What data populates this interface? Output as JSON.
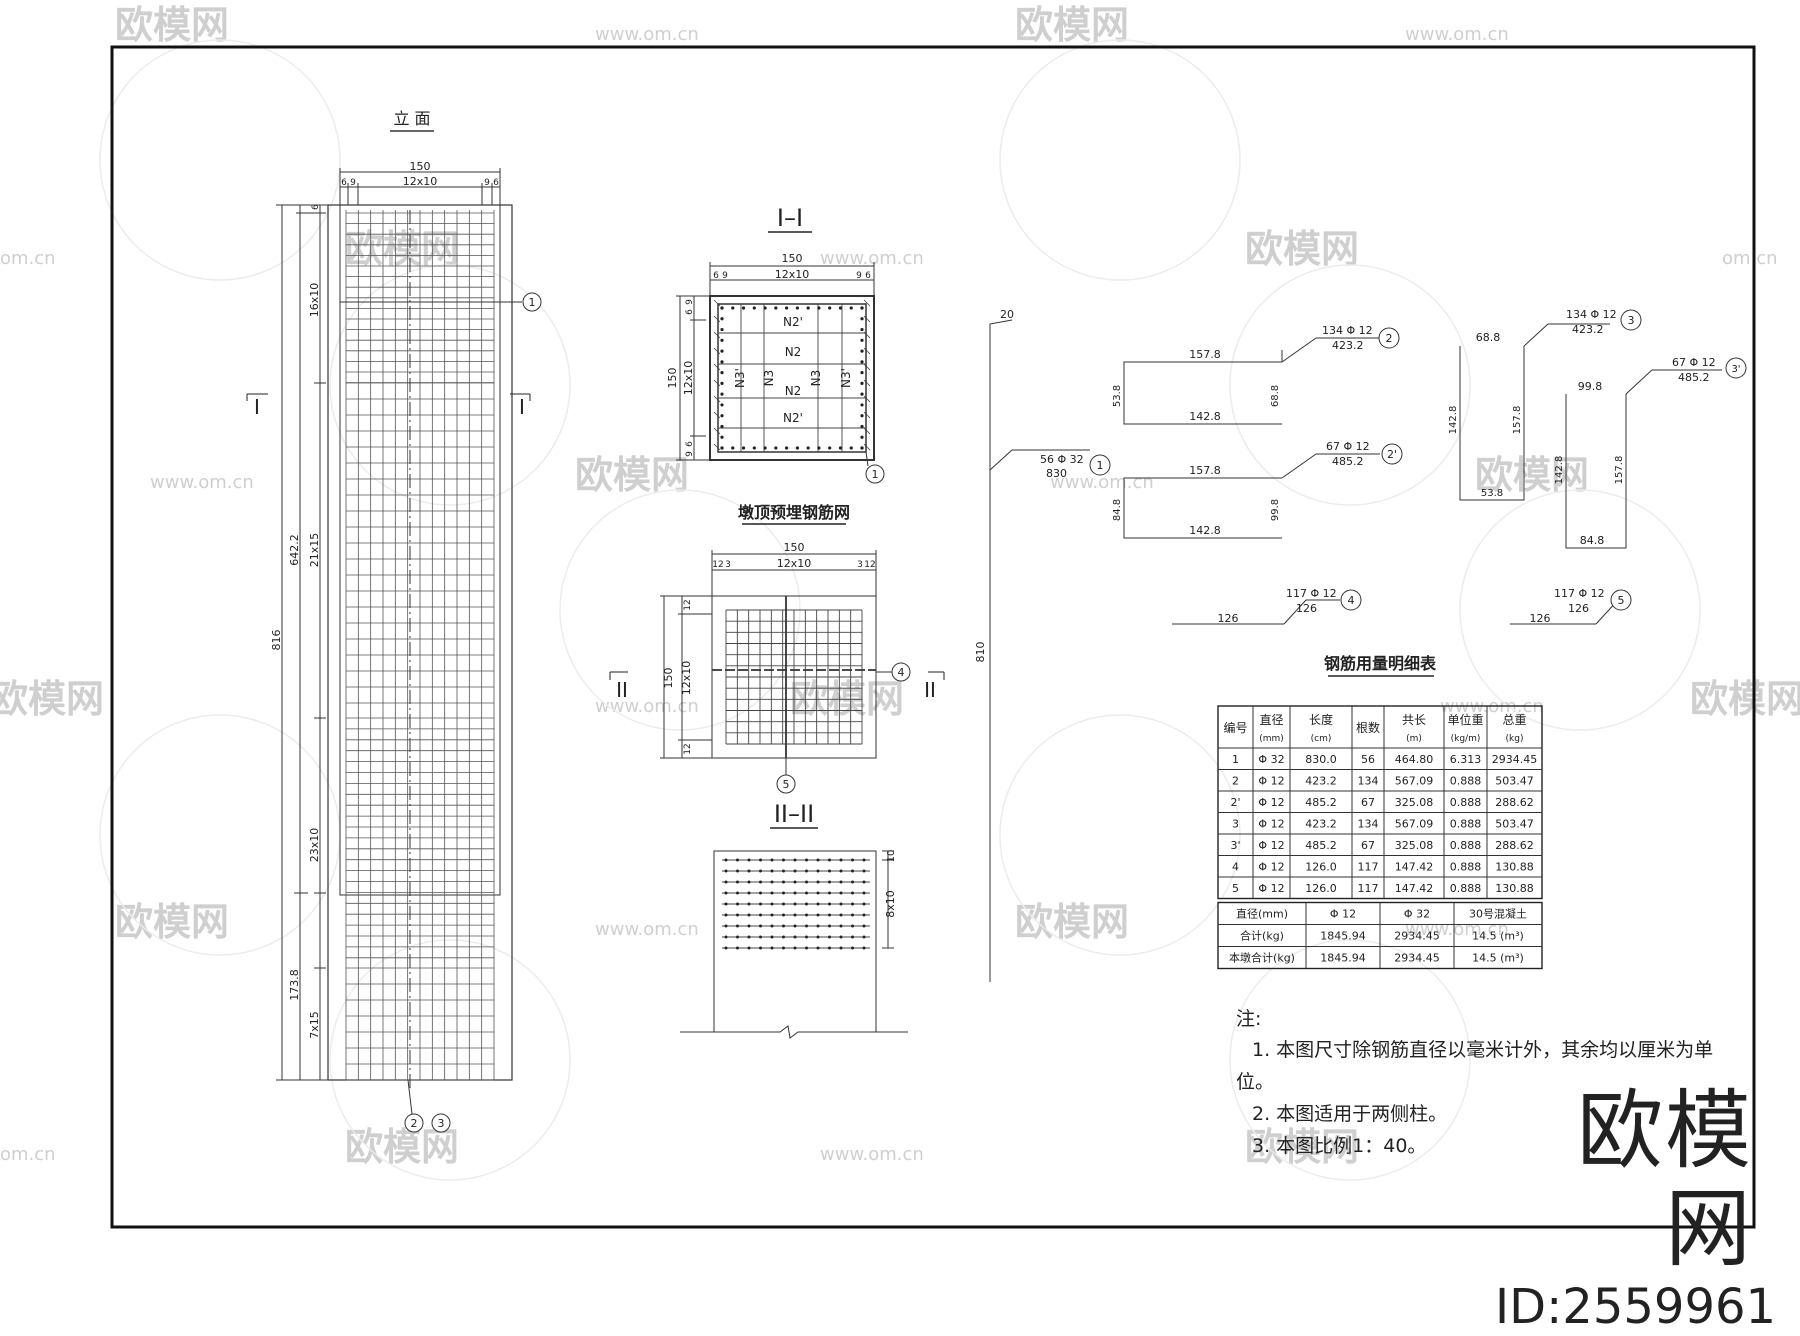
{
  "titles": {
    "elevation": "立 面",
    "section_1": "I–I",
    "pier_top_mesh": "墩顶预埋钢筋网",
    "section_2": "II–II",
    "table": "钢筋用量明细表"
  },
  "section_marks": {
    "s1_left": "I",
    "s1_right": "I",
    "s2_left": "II",
    "s2_right": "II"
  },
  "elevation_dims": {
    "top_total": "150",
    "top_spacing": "12x10",
    "top_edge_left": "6",
    "top_inner_left": "9",
    "top_inner_right": "9",
    "top_edge_right": "6",
    "left_top_edge": "6",
    "left_seg1": "16x10",
    "left_seg2": "21x15",
    "left_seg3": "23x10",
    "left_seg4": "7x15",
    "mid_dim1": "642.2",
    "mid_dim2": "173.8",
    "total": "816",
    "callout_1": "1",
    "callout_2": "2",
    "callout_3": "3"
  },
  "section1": {
    "width": "150",
    "spacing": "12x10",
    "edge_l1": "6",
    "edge_l2": "9",
    "edge_r1": "9",
    "edge_r2": "6",
    "height": "150",
    "vspacing": "12x10",
    "vedge_t1": "9",
    "vedge_t2": "6",
    "vedge_b1": "6",
    "vedge_b2": "9",
    "labels": [
      "N2'",
      "N2",
      "N3'",
      "N3",
      "N3",
      "N3'",
      "N2",
      "N2'"
    ],
    "callout": "1"
  },
  "mesh": {
    "width": "150",
    "spacing": "12x10",
    "edge_left": "12",
    "edge_right": "12",
    "edge_l2": "3",
    "edge_r2": "3",
    "height": "150",
    "vspacing": "12x10",
    "vedge_top": "12",
    "vedge_bottom": "12",
    "callout_4": "4",
    "callout_5": "5"
  },
  "section2": {
    "top_edge": "10",
    "spacing": "8x10"
  },
  "bars": {
    "b1": {
      "label": "56 Φ 32",
      "length": "830",
      "height": "810",
      "tick": "20",
      "no": "1"
    },
    "b2": {
      "label": "134 Φ 12",
      "length": "423.2",
      "top": "157.8",
      "bottom": "142.8",
      "left": "53.8",
      "right": "68.8",
      "no": "2"
    },
    "b2p": {
      "label": "67 Φ 12",
      "length": "485.2",
      "top": "157.8",
      "bottom": "142.8",
      "left": "84.8",
      "right": "99.8",
      "no": "2'"
    },
    "b3": {
      "label": "134 Φ 12",
      "length": "423.2",
      "top": "68.8",
      "left": "142.8",
      "right": "157.8",
      "bottom": "53.8",
      "no": "3"
    },
    "b3p": {
      "label": "67 Φ 12",
      "length": "485.2",
      "top": "99.8",
      "left": "142.8",
      "right": "157.8",
      "bottom": "84.8",
      "no": "3'"
    },
    "b4": {
      "label": "117 Φ 12",
      "length": "126",
      "left": "126",
      "no": "4"
    },
    "b5": {
      "label": "117 Φ 12",
      "length": "126",
      "left": "126",
      "no": "5"
    }
  },
  "table": {
    "headers": [
      [
        "编号",
        ""
      ],
      [
        "直径",
        "(mm)"
      ],
      [
        "长度",
        "(cm)"
      ],
      [
        "根数",
        ""
      ],
      [
        "共长",
        "(m)"
      ],
      [
        "单位重",
        "(kg/m)"
      ],
      [
        "总重",
        "(kg)"
      ]
    ],
    "rows": [
      [
        "1",
        "Φ 32",
        "830.0",
        "56",
        "464.80",
        "6.313",
        "2934.45"
      ],
      [
        "2",
        "Φ 12",
        "423.2",
        "134",
        "567.09",
        "0.888",
        "503.47"
      ],
      [
        "2'",
        "Φ 12",
        "485.2",
        "67",
        "325.08",
        "0.888",
        "288.62"
      ],
      [
        "3",
        "Φ 12",
        "423.2",
        "134",
        "567.09",
        "0.888",
        "503.47"
      ],
      [
        "3'",
        "Φ 12",
        "485.2",
        "67",
        "325.08",
        "0.888",
        "288.62"
      ],
      [
        "4",
        "Φ 12",
        "126.0",
        "117",
        "147.42",
        "0.888",
        "130.88"
      ],
      [
        "5",
        "Φ 12",
        "126.0",
        "117",
        "147.42",
        "0.888",
        "130.88"
      ]
    ],
    "summary": [
      [
        "直径(mm)",
        "Φ 12",
        "Φ 32",
        "30号混凝土"
      ],
      [
        "合计(kg)",
        "1845.94",
        "2934.45",
        "14.5 (m³)"
      ],
      [
        "本墩合计(kg)",
        "1845.94",
        "2934.45",
        "14.5 (m³)"
      ]
    ]
  },
  "notes": {
    "title": "注:",
    "n1": "1. 本图尺寸除钢筋直径以毫米计外，其余均以厘米为单",
    "n1b": "位。",
    "n2": "2. 本图适用于两侧柱。",
    "n3": "3. 本图比例1：40。"
  },
  "watermark": {
    "logo": "欧模网",
    "url": "www.om.cn",
    "url_short": "om.cn"
  },
  "brand": {
    "name": "欧模网",
    "id": "ID:2559961"
  }
}
